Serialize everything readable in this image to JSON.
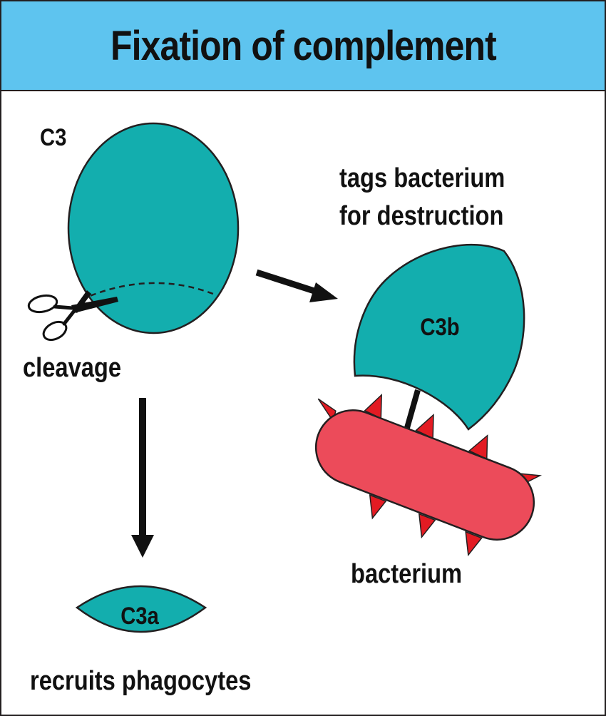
{
  "title": "Fixation of complement",
  "labels": {
    "c3": "C3",
    "cleavage": "cleavage",
    "tags_line1": "tags bacterium",
    "tags_line2": "for destruction",
    "c3b": "C3b",
    "bacterium": "bacterium",
    "c3a": "C3a",
    "recruits": "recruits phagocytes"
  },
  "colors": {
    "header": "#5ec4ef",
    "protein": "#13aeae",
    "bacterium": "#ec4b5a",
    "spike": "#e31b23",
    "outline": "#231f20"
  },
  "icons": [
    "scissors-icon",
    "arrow-right-icon",
    "arrow-down-icon"
  ]
}
